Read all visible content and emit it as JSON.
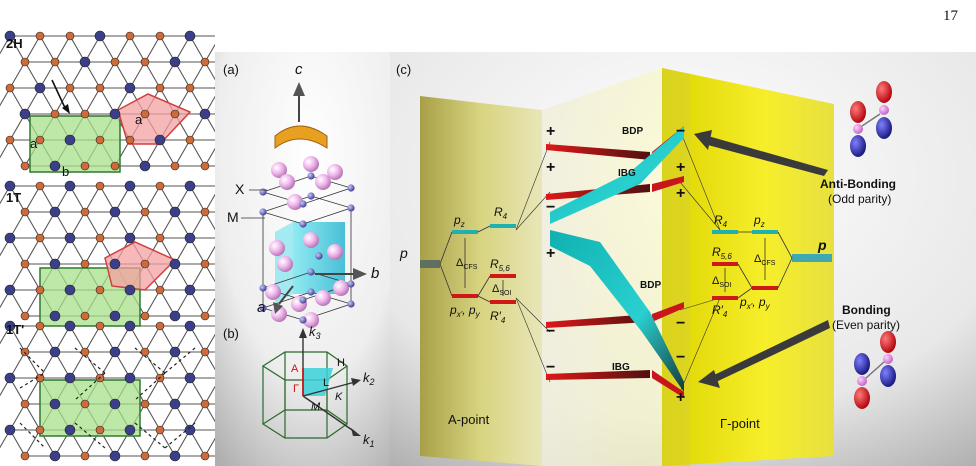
{
  "page_number": "17",
  "lattices": {
    "labels": [
      "2H",
      "1T",
      "1T'"
    ],
    "cell_label_a": "a",
    "cell_label_b": "b",
    "colors": {
      "metal": "#3b3f8a",
      "chalcogen": "#cf6a3a",
      "cell_green": "#a8e08a",
      "hex_red": "#f3a0a0"
    }
  },
  "panel_a": {
    "label": "(a)",
    "axis_c": "c",
    "axis_a": "a",
    "axis_b": "b",
    "atom_x": "X",
    "atom_m": "M"
  },
  "panel_b": {
    "label": "(b)",
    "k1": "k",
    "k1_sub": "1",
    "k2": "k",
    "k2_sub": "2",
    "k3": "k",
    "k3_sub": "3",
    "point_A": "A",
    "point_H": "H",
    "point_L": "L",
    "point_K": "K",
    "point_M": "M",
    "point_Gamma": "Γ"
  },
  "panel_c": {
    "label": "(c)",
    "a_point": "A-point",
    "gamma_point": "Γ-point",
    "left_levels": {
      "p": "p",
      "pz": "p",
      "pz_sub": "z",
      "R4": "R",
      "R4_sub": "4",
      "R56": "R",
      "R56_sub": "5,6",
      "R4p": "R′",
      "R4p_sub": "4",
      "pxpy_px": "p",
      "pxpy_px_sub": "x'",
      "pxpy_py": "p",
      "pxpy_py_sub": "y",
      "delta_cfs": "Δ",
      "delta_cfs_sub": "CFS",
      "delta_soi": "Δ",
      "delta_soi_sub": "SOI"
    },
    "right_levels": {
      "p": "p",
      "pz": "p",
      "pz_sub": "z",
      "R4": "R",
      "R4_sub": "4",
      "R56": "R",
      "R56_sub": "5,6",
      "R4p": "R′",
      "R4p_sub": "4",
      "px": "p",
      "px_sub": "x'",
      "py": "p",
      "py_sub": "y",
      "delta_cfs": "Δ",
      "delta_cfs_sub": "CFS",
      "delta_soi": "Δ",
      "delta_soi_sub": "SOI"
    },
    "band_labels": {
      "bdp_top": "BDP",
      "ibg_top": "IBG",
      "bdp_bottom": "BDP",
      "ibg_bottom": "IBG"
    },
    "left_signs": [
      "+",
      "+",
      "−",
      "+",
      "−",
      "−"
    ],
    "right_signs": [
      "−",
      "+",
      "+",
      "−",
      "−",
      "+"
    ],
    "anti_bonding": "Anti-Bonding",
    "odd_parity": "(Odd parity)",
    "bonding": "Bonding",
    "even_parity": "(Even parity)",
    "colors": {
      "band_red": "#c8161c",
      "band_cyan": "#22c4c4",
      "a_wall": "#c9c46a",
      "gamma_wall": "#f2ea1a",
      "orbital_red": "#d8141c",
      "orbital_blue": "#2a2ab0"
    }
  }
}
